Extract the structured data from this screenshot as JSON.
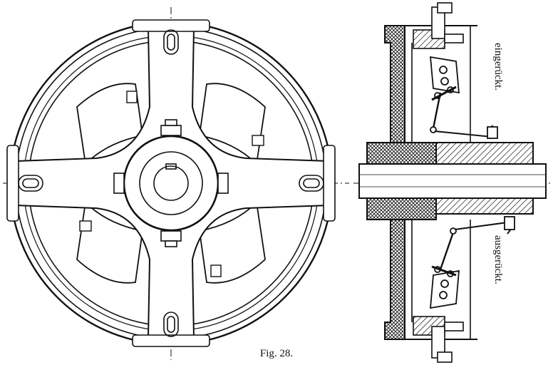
{
  "figure": {
    "caption": "Fig. 28.",
    "label_engaged": "eingerückt.",
    "label_disengaged": "ausgerückt."
  },
  "colors": {
    "ink": "#111111",
    "paper": "#ffffff"
  }
}
